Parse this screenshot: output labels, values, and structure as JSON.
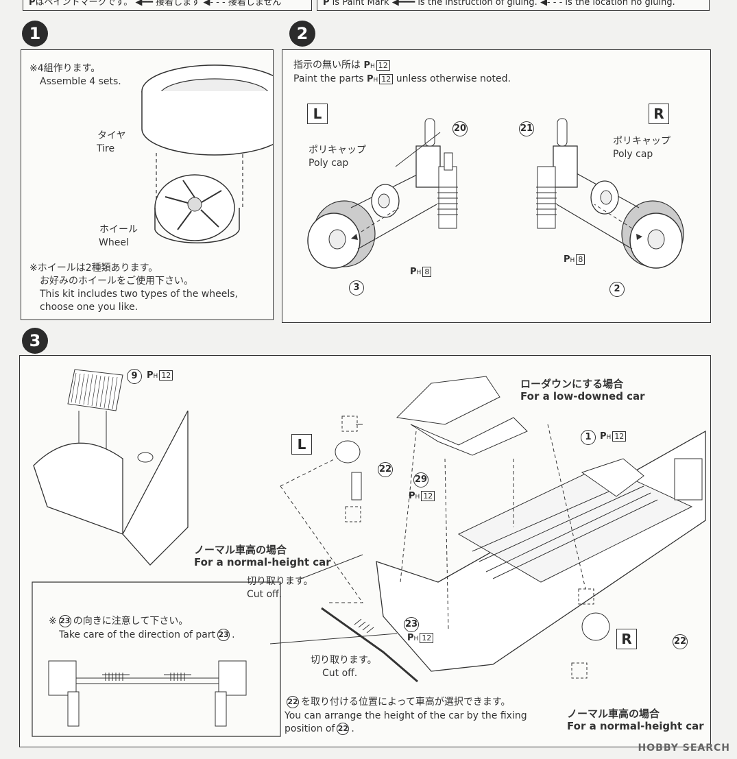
{
  "legend_jp": {
    "paint_mark": "はペイントマークです。",
    "glue": "接着します",
    "no_glue": "接着しません"
  },
  "legend_en": {
    "paint_mark": "is Paint Mark",
    "glue": "is the instruction of gluing.",
    "no_glue": "is the location no gluing."
  },
  "paint_symbol": "P",
  "paint_sub": "H",
  "step1": {
    "num": "1",
    "note_jp": "※4組作ります。",
    "note_en": "Assemble 4 sets.",
    "tire_jp": "タイヤ",
    "tire_en": "Tire",
    "wheel_jp": "ホイール",
    "wheel_en": "Wheel",
    "foot_jp1": "※ホイールは2種類あります。",
    "foot_jp2": "お好みのホイールをご使用下さい。",
    "foot_en1": "This kit includes two types of the wheels,",
    "foot_en2": "choose one you like."
  },
  "step2": {
    "num": "2",
    "note_jp": "指示の無い所は",
    "note_jp_tail": "",
    "note_en_pre": "Paint the parts",
    "note_en_post": "unless otherwise noted.",
    "note_color": "12",
    "left_label": "L",
    "right_label": "R",
    "polycap_jp": "ポリキャップ",
    "polycap_en": "Poly cap",
    "part_20": "20",
    "part_21": "21",
    "part_3": "3",
    "part_2": "2",
    "color_8": "8"
  },
  "step3": {
    "num": "3",
    "part_9": "9",
    "color_9": "12",
    "lowdown_jp": "ローダウンにする場合",
    "lowdown_en": "For a low-downed car",
    "part_1": "1",
    "color_1": "12",
    "left_label": "L",
    "right_label": "R",
    "part_22": "22",
    "part_29": "29",
    "color_29": "12",
    "normal_jp": "ノーマル車高の場合",
    "normal_en": "For a normal-height car",
    "cut_jp": "切り取ります。",
    "cut_en": "Cut off.",
    "part_23": "23",
    "color_23": "12",
    "care_jp_pre": "※",
    "care_jp_post": "の向きに注意して下さい。",
    "care_en": "Take care of the direction of part",
    "height_jp": "を取り付ける位置によって車高が選択できます。",
    "height_en1": "You can arrange the height of the car by the fixing",
    "height_en2": "position of"
  },
  "watermark": "HOBBY SEARCH"
}
